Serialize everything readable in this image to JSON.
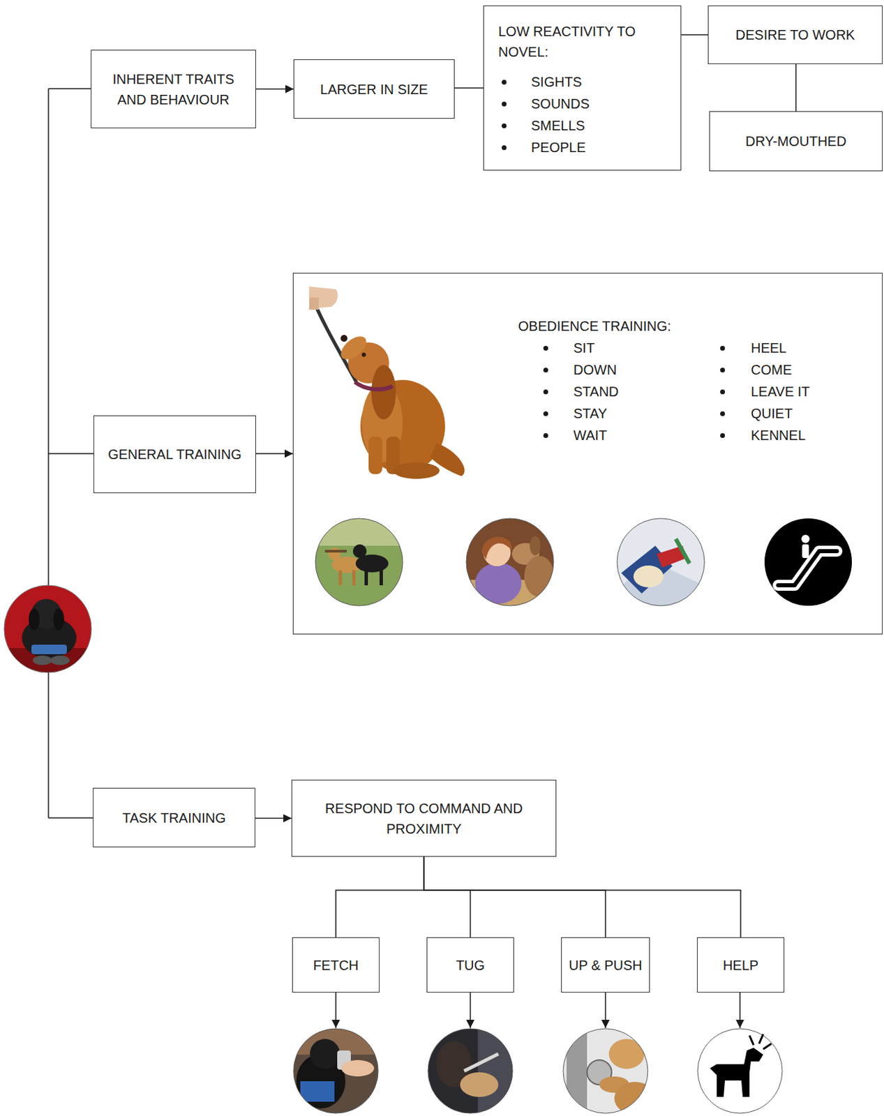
{
  "diagram": {
    "nodes": [
      {
        "text": [
          "INHERENT TRAITS AND BEHAVIOUR"
        ]
      },
      {
        "text": [
          "LARGER IN SIZE"
        ]
      },
      {
        "text": [
          "LOW REACTIVITY TO NOVEL:",
          "SIGHTS",
          "SOUNDS",
          "SMELLS",
          "PEOPLE"
        ]
      },
      {
        "text": [
          "DESIRE TO WORK"
        ]
      },
      {
        "text": [
          "DRY-MOUTHED"
        ]
      },
      {
        "text": [
          "GENERAL TRAINING"
        ]
      },
      {
        "text": [
          "OBEDIENCE TRAINING:",
          "SIT",
          "DOWN",
          "STAND",
          "STAY",
          "WAIT",
          "HEEL",
          "COME",
          "LEAVE IT",
          "QUIET",
          "KENNEL"
        ]
      },
      {
        "text": [
          "TASK TRAINING"
        ]
      },
      {
        "text": [
          "RESPOND TO COMMAND AND PROXIMITY"
        ]
      },
      {
        "text": [
          "FETCH"
        ]
      },
      {
        "text": [
          "TUG"
        ]
      },
      {
        "text": [
          "UP & PUSH"
        ]
      },
      {
        "text": [
          "HELP"
        ]
      }
    ],
    "edges": [
      {
        "from": 0,
        "to": 1,
        "arrow": "to"
      },
      {
        "from": 1,
        "to": 2,
        "arrow": "none"
      },
      {
        "from": 2,
        "to": 3,
        "arrow": "none"
      },
      {
        "from": 3,
        "to": 4,
        "arrow": "none"
      },
      {
        "from": 5,
        "to": 6,
        "arrow": "to"
      },
      {
        "from": 7,
        "to": 8,
        "arrow": "to"
      },
      {
        "from": 8,
        "to": 9,
        "arrow": "none"
      },
      {
        "from": 8,
        "to": 10,
        "arrow": "none"
      },
      {
        "from": 8,
        "to": 11,
        "arrow": "none"
      },
      {
        "from": 8,
        "to": 12,
        "arrow": "none"
      }
    ]
  }
}
